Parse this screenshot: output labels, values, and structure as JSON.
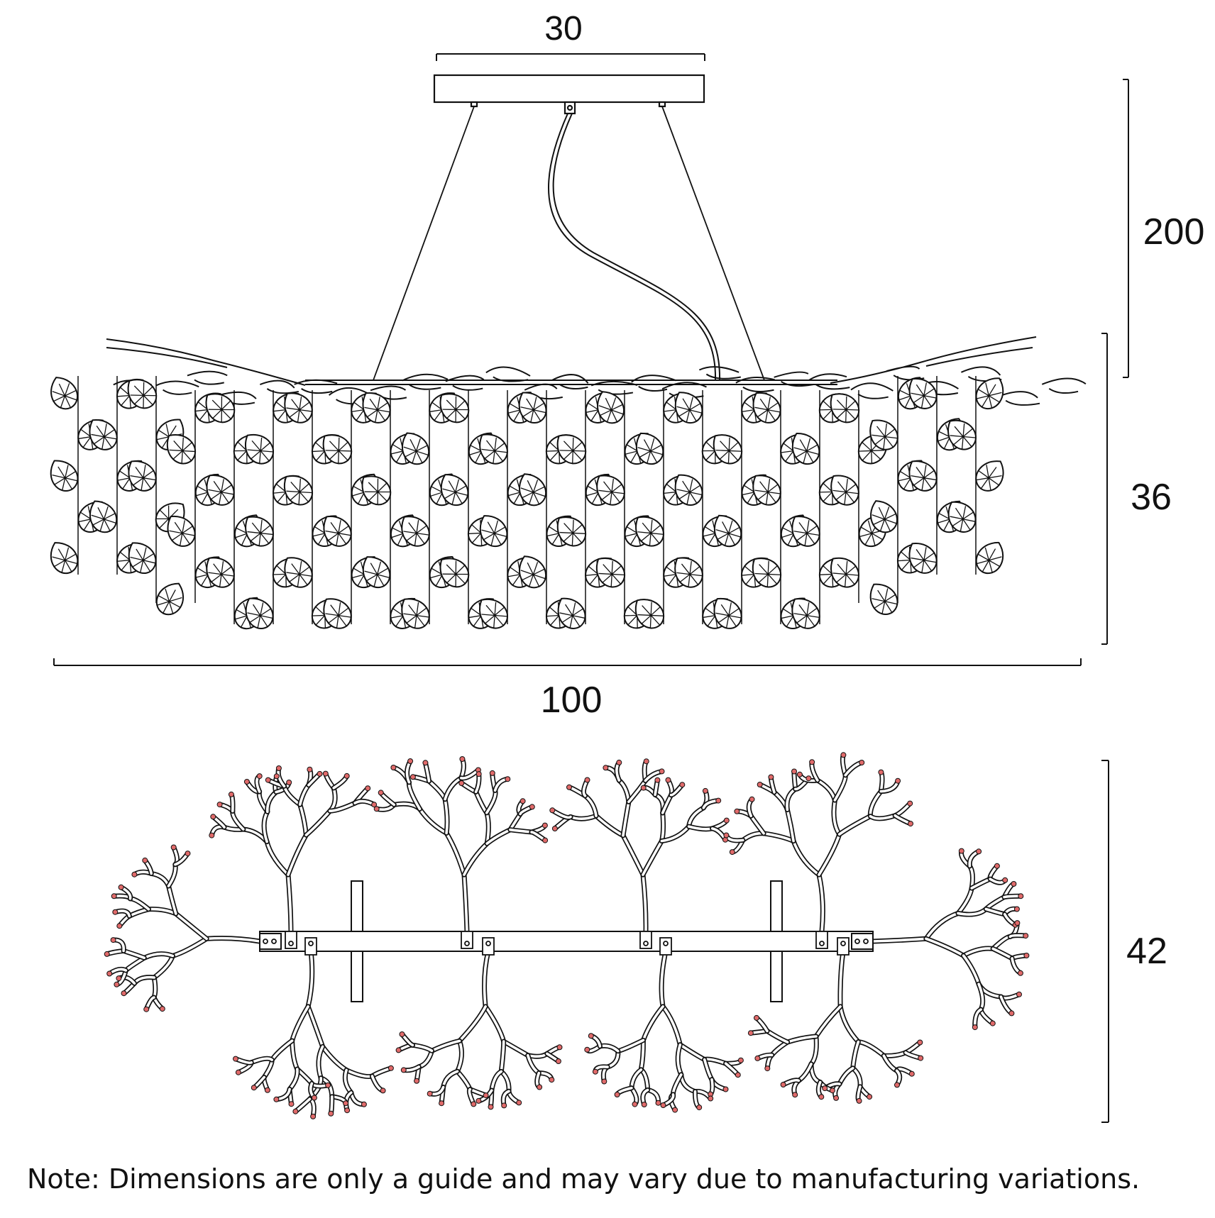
{
  "dimensions": {
    "canopy_width": "30",
    "drop": "200",
    "body_height": "36",
    "width": "100",
    "depth": "42"
  },
  "note": "Note: Dimensions are only a guide and may vary due to manufacturing variations.",
  "colors": {
    "line": "#111111",
    "bulb_dot": "#e06a6a"
  }
}
